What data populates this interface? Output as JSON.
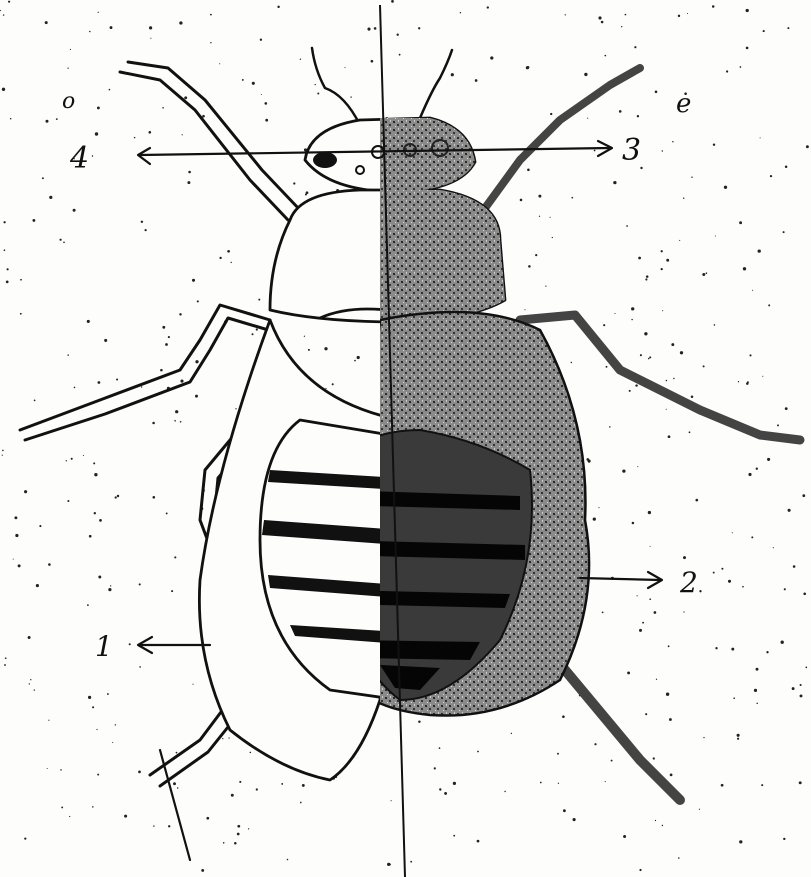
{
  "labels": {
    "left_mark": "4",
    "right_mark": "3",
    "lower_right_mark": "2",
    "lower_left_mark": "1",
    "corner_left": "o",
    "corner_right": "e"
  },
  "colors": {
    "ink": "#111111",
    "paper": "#fdfdfb",
    "shade": "#6b6b6b"
  }
}
